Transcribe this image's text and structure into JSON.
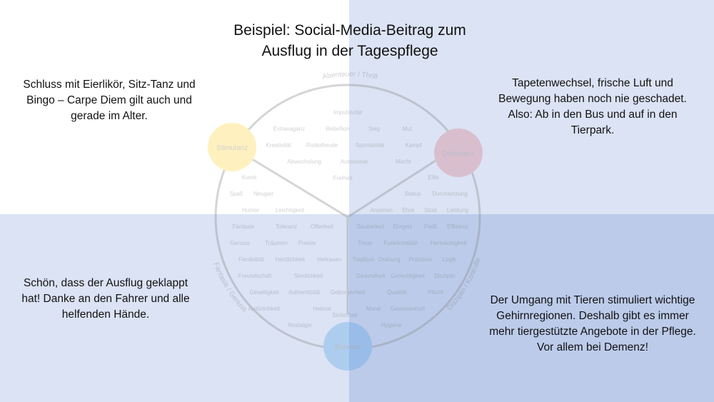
{
  "slide": {
    "title_line1": "Beispiel: Social-Media-Beitrag zum",
    "title_line2": "Ausflug in der Tagespflege",
    "notes": {
      "top_left": "Schluss mit Eierlikör, Sitz-Tanz und Bingo – Carpe Diem gilt auch und gerade im Alter.",
      "top_right": "Tapetenwechsel, frische Luft und Bewegung haben noch nie geschadet. Also: Ab in den Bus und auf in den Tierpark.",
      "bottom_left": "Schön, dass der Ausflug geklappt hat! Danke an den Fahrer und alle helfenden Hände.",
      "bottom_right": "Der Umgang mit Tieren stimuliert wichtige Gehirnregionen. Deshalb gibt es immer mehr tiergestützte Angebote in der Pflege. Vor allem bei Demenz!"
    },
    "colors": {
      "quadrant_tr": "#dbe3f4",
      "quadrant_bl": "#dbe3f4",
      "quadrant_br": "#bccbea",
      "stimulanz": "#ffd94a",
      "dominanz": "#d77a8a",
      "balance": "#5aa6e6"
    }
  },
  "diagram": {
    "arc_labels": {
      "top": "Abenteuer / Thrill",
      "left": "Fantasie / Genuss",
      "right": "Disziplin / Kontrolle"
    },
    "poles": {
      "stimulanz": "Stimulanz",
      "dominanz": "Dominanz",
      "balance": "Balance"
    },
    "words": [
      "Impulsivität",
      "Extravaganz",
      "Rebellion",
      "Sieg",
      "Mut",
      "Kreativität",
      "Risikofreude",
      "Spontanität",
      "Kampf",
      "Abwechslung",
      "Autonomie",
      "Macht",
      "Freiheit",
      "Kunst",
      "Elite",
      "Spaß",
      "Neugier",
      "Status",
      "Durchsetzung",
      "Humor",
      "Leichtigkeit",
      "Ansehen",
      "Ehre",
      "Stolz",
      "Leistung",
      "Fantasie",
      "Toleranz",
      "Offenheit",
      "Sauberkeit",
      "Ehrgeiz",
      "Fleiß",
      "Effizienz",
      "Genuss",
      "Träumen",
      "Poesie",
      "Treue",
      "Funktionalität",
      "Hartnäckigkeit",
      "Flexibilität",
      "Herzlichkeit",
      "Vertrauen",
      "Tradition",
      "Ordnung",
      "Präzision",
      "Logik",
      "Freundschaft",
      "Sinnlichkeit",
      "Gesundheit",
      "Gerechtigkeit",
      "Disziplin",
      "Geselligkeit",
      "Authentizität",
      "Geborgenheit",
      "Qualität",
      "Pflicht",
      "Natürlichkeit",
      "Heimat",
      "Moral",
      "Gewissenhaft",
      "Sicherheit",
      "Nostalgie",
      "Hygiene"
    ]
  }
}
